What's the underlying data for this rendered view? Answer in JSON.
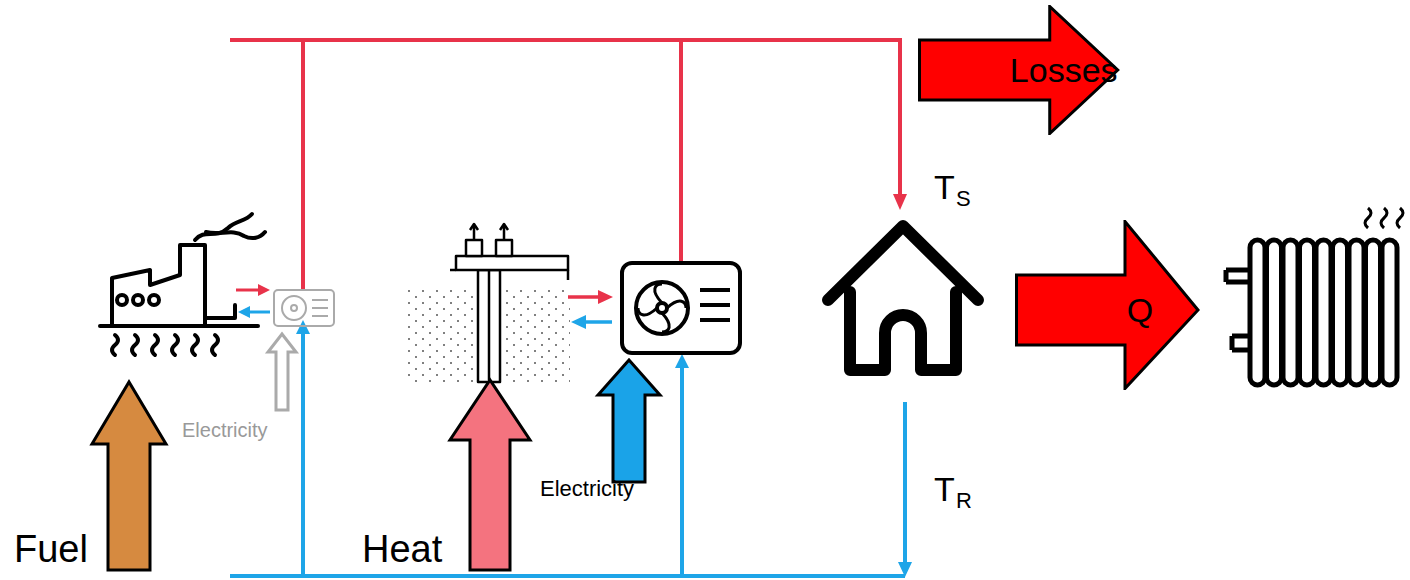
{
  "diagram": {
    "nodes": [
      {
        "text": [
          "Losses"
        ]
      },
      {
        "text": [
          "Q"
        ]
      }
    ],
    "labels": [
      "T",
      "S",
      "T",
      "R",
      "Fuel",
      "Electricity",
      "Heat",
      "Electricity"
    ]
  }
}
